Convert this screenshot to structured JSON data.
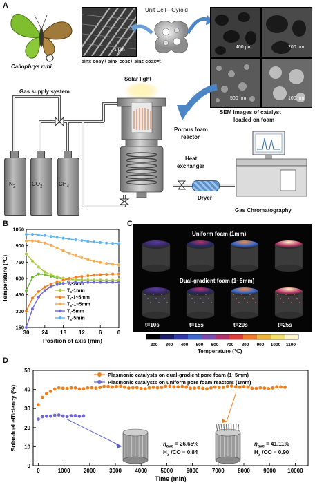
{
  "panel_a": {
    "letter": "A",
    "butterfly_name": "Callophrys rubi",
    "sem_scale_small": "1 μm",
    "unit_cell_title": "Unit Cell—Gyroid",
    "gyroid_equation": "sinx·cosy+ sinx·cosz+ sinz·cosx=t",
    "sem_scales": [
      "400 μm",
      "200 μm",
      "500 nm",
      "100 nm"
    ],
    "sem_caption_line1": "SEM images of catalyst",
    "sem_caption_line2": "loaded on foam",
    "gas_supply": "Gas supply system",
    "solar": "Solar light",
    "reactor_line1": "Porous foam",
    "reactor_line2": "reactor",
    "hx_line1": "Heat",
    "hx_line2": "exchanger",
    "dryer": "Dryer",
    "gc": "Gas Chromatography",
    "tanks": [
      {
        "main": "N",
        "sub": "2"
      },
      {
        "main": "CO",
        "sub": "2"
      },
      {
        "main": "CH",
        "sub": "4"
      }
    ]
  },
  "panel_b": {
    "letter": "B",
    "chart_data": {
      "type": "line",
      "xlabel": "Position of axis (mm)",
      "ylabel": "Temperature (℃)",
      "xlim": [
        30,
        0
      ],
      "ylim": [
        150,
        1050
      ],
      "xticks": [
        "30",
        "24",
        "18",
        "12",
        "6",
        "0"
      ],
      "yticks": [
        "150",
        "300",
        "450",
        "600",
        "750",
        "900",
        "1050"
      ],
      "x": [
        30,
        28,
        26,
        24,
        22,
        20,
        18,
        16,
        14,
        12,
        10,
        8,
        6,
        4,
        2,
        0
      ],
      "series": [
        {
          "name_main": "T",
          "name_sub": "r",
          "name_tail": "-1mm",
          "color": "#6bb42d",
          "values": [
            490,
            610,
            640,
            635,
            620,
            605,
            595,
            590,
            588,
            586,
            585,
            584,
            584,
            583,
            583,
            583
          ]
        },
        {
          "name_main": "T",
          "name_sub": "s",
          "name_tail": "-1mm",
          "color": "#a7c93a",
          "values": [
            825,
            760,
            705,
            660,
            635,
            615,
            602,
            595,
            590,
            588,
            586,
            585,
            585,
            584,
            584,
            584
          ]
        },
        {
          "name_main": "T",
          "name_sub": "r",
          "name_tail": "-1~5mm",
          "color": "#f07f1a",
          "values": [
            300,
            420,
            480,
            520,
            550,
            570,
            585,
            600,
            610,
            618,
            625,
            630,
            634,
            637,
            640,
            642
          ]
        },
        {
          "name_main": "T",
          "name_sub": "s",
          "name_tail": "-1~5mm",
          "color": "#f3a94c",
          "values": [
            945,
            945,
            938,
            925,
            905,
            880,
            855,
            830,
            810,
            790,
            775,
            760,
            748,
            738,
            730,
            725
          ]
        },
        {
          "name_main": "T",
          "name_sub": "r",
          "name_tail": "-5mm",
          "color": "#6f66d6",
          "values": [
            150,
            320,
            430,
            490,
            525,
            545,
            555,
            560,
            562,
            563,
            564,
            565,
            565,
            565,
            565,
            565
          ]
        },
        {
          "name_main": "T",
          "name_sub": "s",
          "name_tail": "-5mm",
          "color": "#5cb3ee",
          "values": [
            1005,
            1005,
            1000,
            995,
            985,
            978,
            970,
            962,
            955,
            948,
            940,
            935,
            930,
            925,
            922,
            920
          ]
        }
      ]
    }
  },
  "panel_c": {
    "letter": "C",
    "uniform": "Uniform foam (1mm)",
    "dual": "Dual-gradient foam (1~5mm)",
    "times": [
      "t=10s",
      "t=15s",
      "t=20s",
      "t=25s"
    ],
    "colorbar_ticks": [
      "200",
      "300",
      "400",
      "500",
      "600",
      "700",
      "800",
      "900",
      "1000",
      "1100"
    ],
    "colorbar_label": "Temperature (℃)"
  },
  "panel_d": {
    "letter": "D",
    "chart_data": {
      "type": "scatter",
      "xlabel": "Time (min)",
      "ylabel": "Solar-fuel efficiency (%)",
      "xlim": [
        -200,
        10500
      ],
      "ylim": [
        0,
        50
      ],
      "xticks": [
        "0",
        "1000",
        "2000",
        "3000",
        "4000",
        "5000",
        "6000",
        "7000",
        "8000",
        "9000",
        "10000"
      ],
      "yticks": [
        "0",
        "10",
        "20",
        "30",
        "40",
        "50"
      ],
      "series": [
        {
          "name": "Plasmonic catalysts on dual-gradient pore foam (1~5mm)",
          "color": "#f07f1a",
          "x_start": 0,
          "x_end": 9700,
          "plateau": 41.1,
          "start": 32
        },
        {
          "name": "Plasmonic catalysts on uniform pore foam reactors (1mm)",
          "color": "#6f66d6",
          "x_start": 0,
          "x_end": 1900,
          "plateau": 26.6,
          "start": 24
        }
      ],
      "annotations": [
        {
          "eta_symbol": "η",
          "eta_sub": "ave",
          "eta_value": " = 26.65%",
          "ratio_main": "H",
          "ratio_sub": "2",
          "ratio_value": " /CO = 0.84"
        },
        {
          "eta_symbol": "η",
          "eta_sub": "ave",
          "eta_value": " = 41.11%",
          "ratio_main": "H",
          "ratio_sub": "2",
          "ratio_value": " /CO = 0.90"
        }
      ]
    }
  }
}
